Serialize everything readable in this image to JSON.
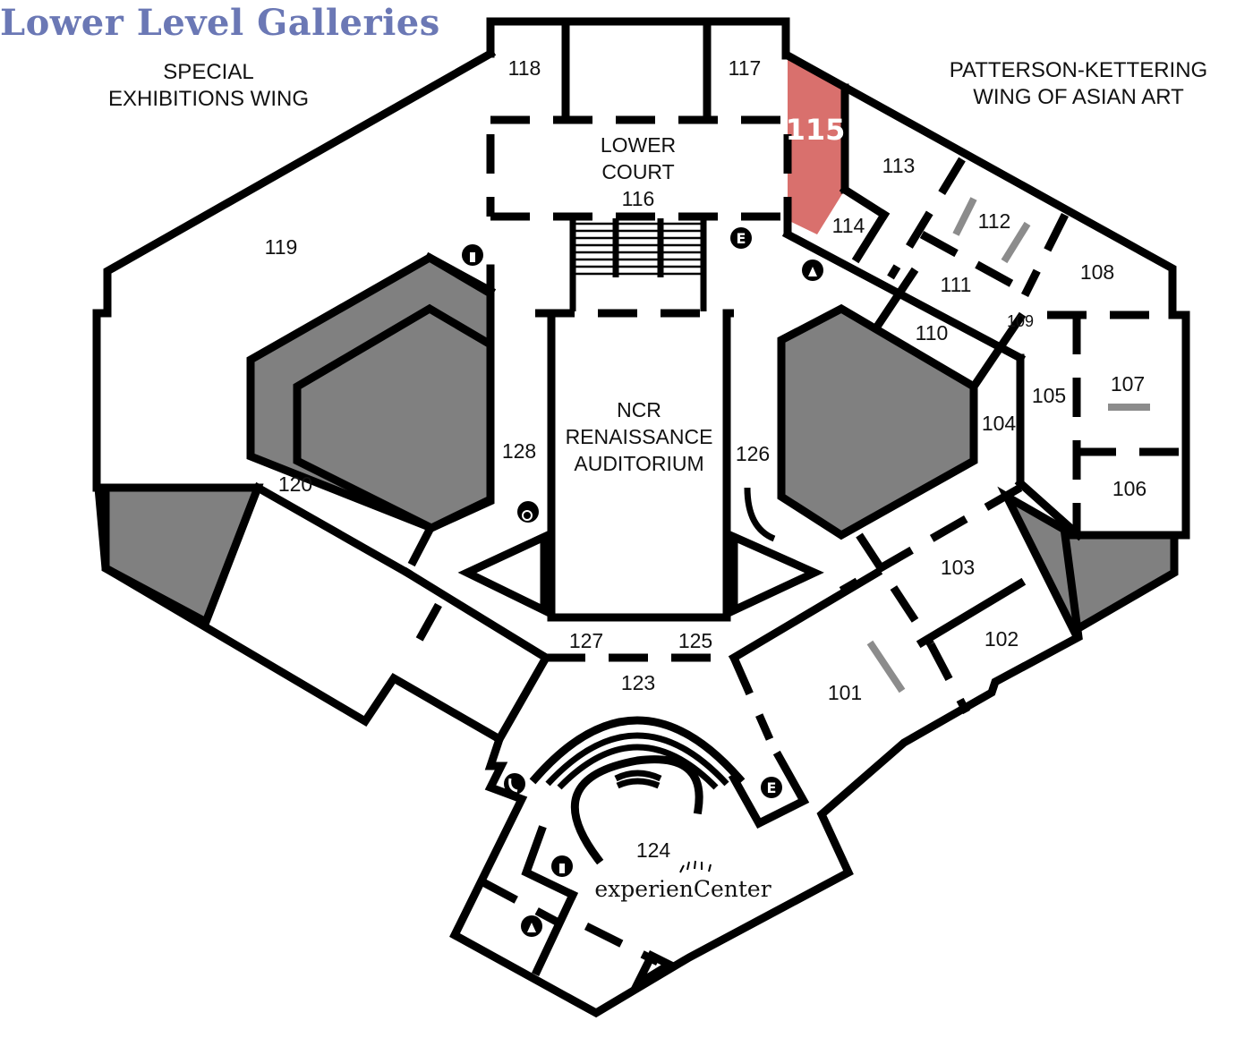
{
  "title": "Lower Level Galleries",
  "wings": {
    "special_line1": "SPECIAL",
    "special_line2": "EXHIBITIONS WING",
    "asian_line1": "PATTERSON-KETTERING",
    "asian_line2": "WING OF ASIAN ART"
  },
  "highlight": {
    "room": "115",
    "color": "#d9706d"
  },
  "colors": {
    "title": "#6b78b5",
    "wall": "#000000",
    "block": "#808080",
    "accent_bar": "#8c8c8c"
  },
  "rooms": {
    "r101": "101",
    "r102": "102",
    "r103": "103",
    "r104": "104",
    "r105": "105",
    "r106": "106",
    "r107": "107",
    "r108": "108",
    "r109": "109",
    "r110": "110",
    "r111": "111",
    "r112": "112",
    "r113": "113",
    "r114": "114",
    "r116": "116",
    "r117": "117",
    "r118": "118",
    "r119": "119",
    "r120": "120",
    "r123": "123",
    "r124": "124",
    "r125": "125",
    "r126": "126",
    "r127": "127",
    "r128": "128"
  },
  "lower_court": {
    "line1": "LOWER",
    "line2": "COURT"
  },
  "auditorium": {
    "line1": "NCR",
    "line2": "RENAISSANCE",
    "line3": "AUDITORIUM"
  },
  "experience_center": "experienCenter",
  "icons": {
    "elevator": "E",
    "restroom_men": "men-restroom-icon",
    "restroom_women": "women-restroom-icon",
    "accessible": "wheelchair-icon",
    "phone": "telephone-icon"
  }
}
